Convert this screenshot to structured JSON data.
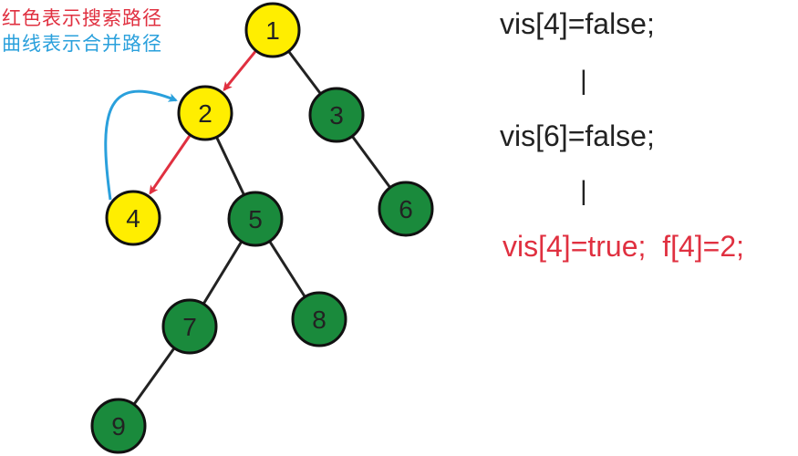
{
  "legend": {
    "red": "红色表示搜索路径",
    "blue": "曲线表示合并路径"
  },
  "colors": {
    "visited_node": "#ffee00",
    "unvisited_node": "#1a8a3c",
    "edge": "#222222",
    "search_path": "#e03040",
    "merge_path": "#2aa0dc"
  },
  "tree": {
    "nodes": [
      {
        "id": "1",
        "label": "1",
        "state": "visited"
      },
      {
        "id": "2",
        "label": "2",
        "state": "visited"
      },
      {
        "id": "3",
        "label": "3",
        "state": "unvisited"
      },
      {
        "id": "4",
        "label": "4",
        "state": "visited"
      },
      {
        "id": "5",
        "label": "5",
        "state": "unvisited"
      },
      {
        "id": "6",
        "label": "6",
        "state": "unvisited"
      },
      {
        "id": "7",
        "label": "7",
        "state": "unvisited"
      },
      {
        "id": "8",
        "label": "8",
        "state": "unvisited"
      },
      {
        "id": "9",
        "label": "9",
        "state": "unvisited"
      }
    ],
    "edges": [
      {
        "from": "1",
        "to": "2",
        "type": "search"
      },
      {
        "from": "1",
        "to": "3",
        "type": "normal"
      },
      {
        "from": "2",
        "to": "4",
        "type": "search"
      },
      {
        "from": "2",
        "to": "5",
        "type": "normal"
      },
      {
        "from": "3",
        "to": "6",
        "type": "normal"
      },
      {
        "from": "5",
        "to": "7",
        "type": "normal"
      },
      {
        "from": "5",
        "to": "8",
        "type": "normal"
      },
      {
        "from": "7",
        "to": "9",
        "type": "normal"
      }
    ],
    "merge_arrows": [
      {
        "from": "4",
        "to": "2"
      }
    ]
  },
  "code": {
    "line1": "vis[4]=false;",
    "sep1": "|",
    "line2": "vis[6]=false;",
    "sep2": "|",
    "line3": "vis[4]=true;  f[4]=2;"
  }
}
